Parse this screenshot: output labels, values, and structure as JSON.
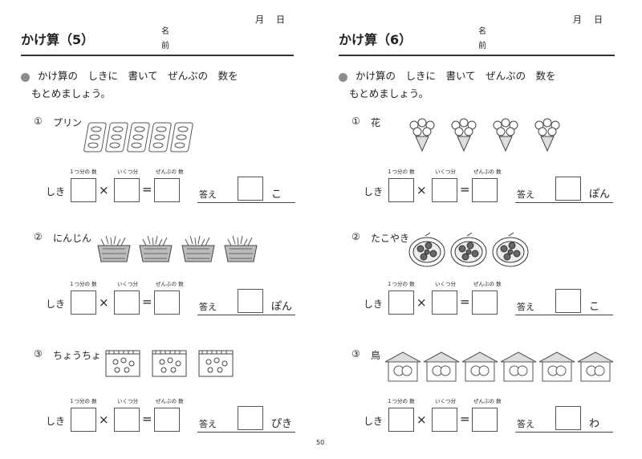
{
  "date_labels": {
    "month": "月",
    "day": "日"
  },
  "name_label": {
    "line1": "名",
    "line2": "前"
  },
  "instruction": {
    "line1": "かけ算の　しきに　書いて　ぜんぶの　数を",
    "line2": "もとめましょう。"
  },
  "column_labels": {
    "per_one": "１つ分の 数",
    "groups": "いくつ分",
    "total": "ぜんぶの 数"
  },
  "shiki_label": "しき",
  "answer_label": "答え",
  "operators": {
    "times": "×",
    "equals": "="
  },
  "pages": [
    {
      "title": "かけ算（5）",
      "problems": [
        {
          "number": "①",
          "label": "プリン",
          "unit": "こ",
          "icon": "pudding-pack-icon"
        },
        {
          "number": "②",
          "label": "にんじん",
          "unit": "ぽん",
          "icon": "carrot-basket-icon"
        },
        {
          "number": "③",
          "label": "ちょうちょ",
          "unit": "ぴき",
          "icon": "butterfly-cage-icon"
        }
      ]
    },
    {
      "title": "かけ算（6）",
      "problems": [
        {
          "number": "①",
          "label": "花",
          "unit": "ぽん",
          "icon": "flower-bouquet-icon"
        },
        {
          "number": "②",
          "label": "たこやき",
          "unit": "こ",
          "icon": "takoyaki-plate-icon"
        },
        {
          "number": "③",
          "label": "鳥",
          "unit": "わ",
          "icon": "birdhouse-icon"
        }
      ]
    }
  ],
  "page_number": "50"
}
